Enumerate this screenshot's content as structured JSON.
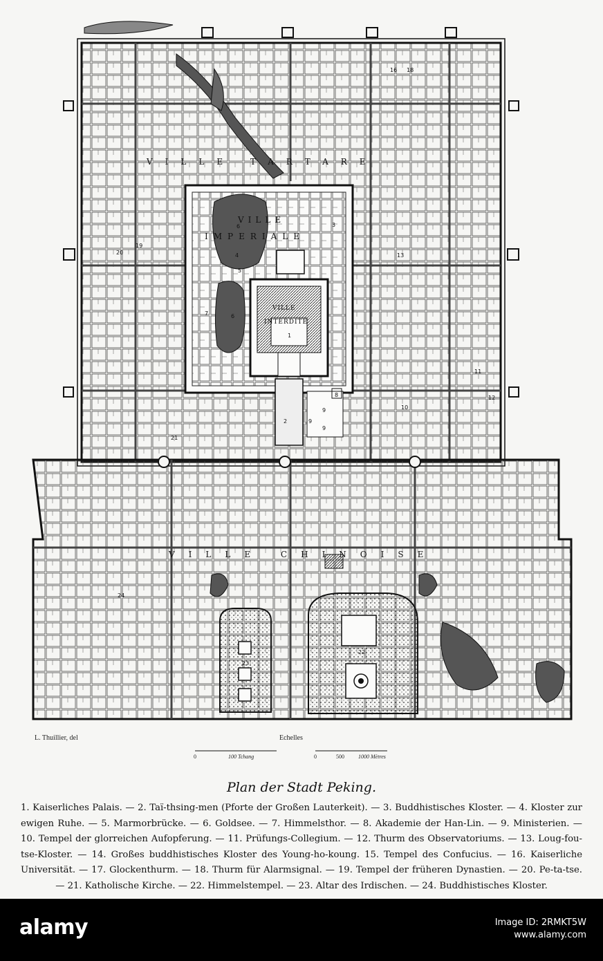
{
  "map": {
    "districts": {
      "tartare": "VILLE TARTARE",
      "imperiale_1": "VILLE",
      "imperiale_2": "IMPERIALE",
      "interdite_1": "VILLE",
      "interdite_2": "INTERDITE",
      "chinoise": "VILLE CHINOISE"
    },
    "numbers": [
      "1",
      "2",
      "3",
      "4",
      "5",
      "6",
      "6",
      "7",
      "8",
      "9",
      "9",
      "9",
      "10",
      "11",
      "12",
      "13",
      "16",
      "18",
      "19",
      "20",
      "21",
      "22",
      "23",
      "24"
    ]
  },
  "credits": {
    "draftsman": "L. Thuillier, del",
    "scale_heading": "Echelles",
    "scale_zero_1": "0",
    "scale_unit_1": "100 Tchang",
    "scale_zero_2": "0",
    "scale_mid_2": "500",
    "scale_unit_2": "1000 Mètres"
  },
  "caption": {
    "title": "Plan der Stadt Peking.",
    "legend": "1. Kaiserliches Palais. — 2. Taï-thsing-men (Pforte der Großen Lauterkeit). — 3. Buddhistisches Kloster. — 4. Kloster zur ewigen Ruhe. — 5. Marmorbrücke. — 6. Goldsee. — 7. Himmelsthor. — 8. Akademie der Han-Lin. — 9. Ministerien. — 10. Tempel der glorreichen Aufopferung. — 11. Prüfungs-Collegium. — 12. Thurm des Observatoriums. — 13. Loug-fou-tse-Kloster. — 14. Großes buddhistisches Kloster des Young-ho-koung. 15. Tempel des Confucius. — 16. Kaiserliche Universität. — 17. Glockenthurm. — 18. Thurm für Alarmsignal. — 19. Tempel der früheren Dynastien. — 20. Pe-ta-tse. — 21. Katholische Kirche. — 22. Himmelstempel. — 23. Altar des Irdischen. — 24. Buddhistisches Kloster."
  },
  "banner": {
    "logo": "alamy",
    "image_id_label": "Image ID: 2RMKT5W",
    "site": "www.alamy.com"
  },
  "colors": {
    "ink": "#111111",
    "paper": "#f6f6f4",
    "water": "#555555",
    "banner": "#000000"
  }
}
